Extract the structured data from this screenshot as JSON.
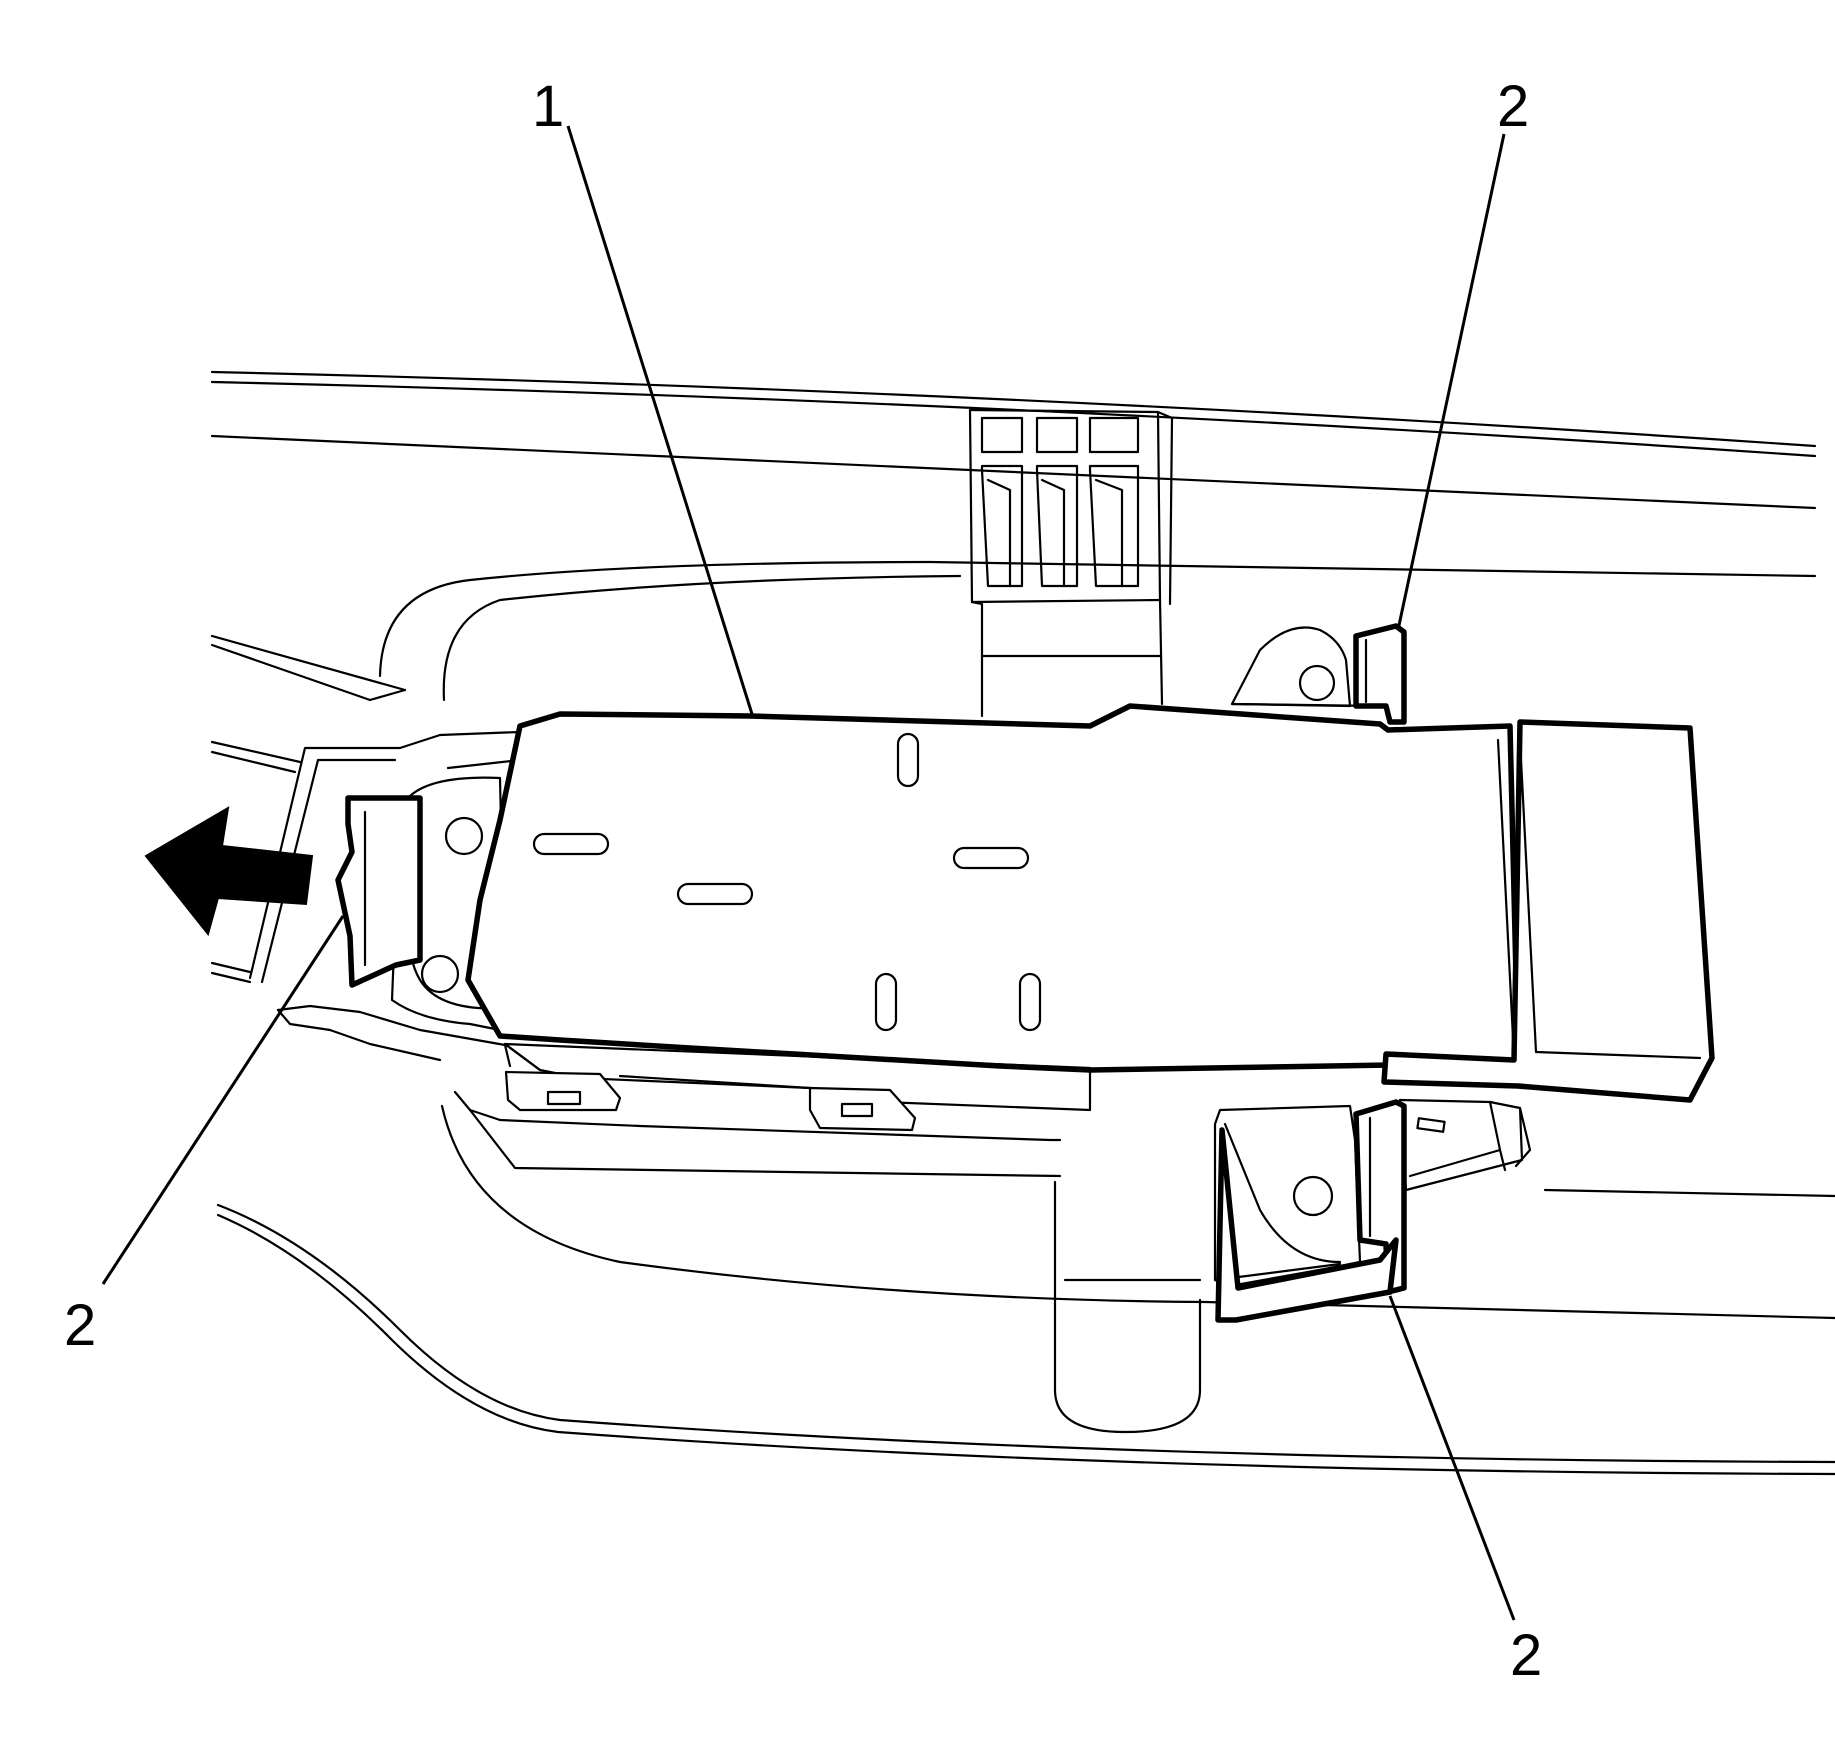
{
  "callouts": {
    "c1": "1",
    "c2_top": "2",
    "c2_left": "2",
    "c2_bottom": "2"
  },
  "colors": {
    "line": "#000000",
    "background": "#ffffff"
  },
  "icons": {
    "direction": "arrow-left-icon"
  }
}
